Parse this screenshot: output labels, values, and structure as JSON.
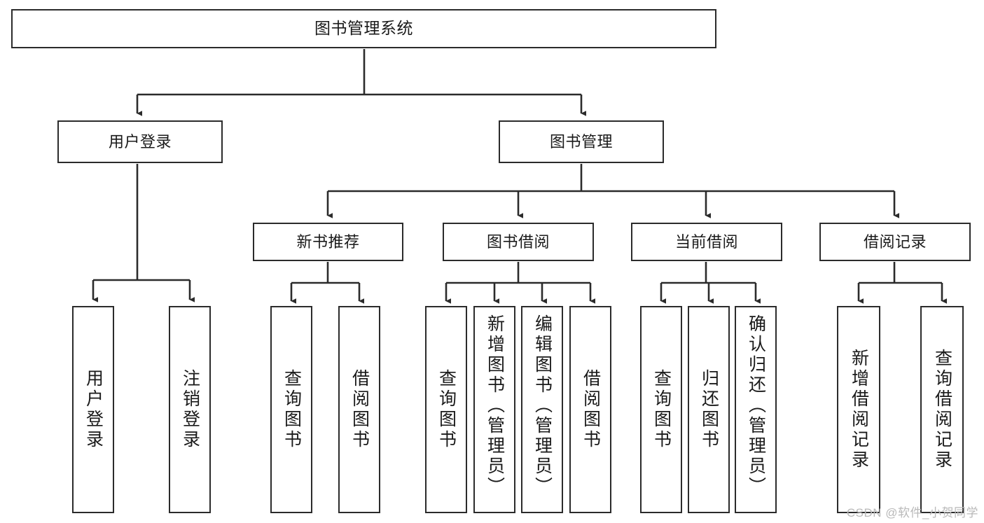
{
  "diagram": {
    "title": "图书管理系统",
    "type": "tree-hierarchy-diagram",
    "watermark": "CSDN @软件_小贺同学",
    "colors": {
      "box_border": "#2b2b2b",
      "box_fill": "#ffffff",
      "connector": "#2b2b2b",
      "text": "#1a1a1a",
      "watermark": "#b9b9b9"
    },
    "levels": {
      "root": {
        "label": "图书管理系统"
      },
      "level2": [
        {
          "label": "用户登录"
        },
        {
          "label": "图书管理"
        }
      ],
      "level3": [
        {
          "label": "新书推荐"
        },
        {
          "label": "图书借阅"
        },
        {
          "label": "当前借阅"
        },
        {
          "label": "借阅记录"
        }
      ],
      "leaves": {
        "user_login": [
          {
            "label": "用户登录"
          },
          {
            "label": "注销登录"
          }
        ],
        "new_book_recommend": [
          {
            "label": "查询图书"
          },
          {
            "label": "借阅图书"
          }
        ],
        "book_borrow": [
          {
            "label": "查询图书"
          },
          {
            "label": "新增图书（管理员）"
          },
          {
            "label": "编辑图书（管理员）"
          },
          {
            "label": "借阅图书"
          }
        ],
        "current_borrow": [
          {
            "label": "查询图书"
          },
          {
            "label": "归还图书"
          },
          {
            "label": "确认归还（管理员）"
          }
        ],
        "borrow_records": [
          {
            "label": "新增借阅记录"
          },
          {
            "label": "查询借阅记录"
          }
        ]
      }
    }
  }
}
